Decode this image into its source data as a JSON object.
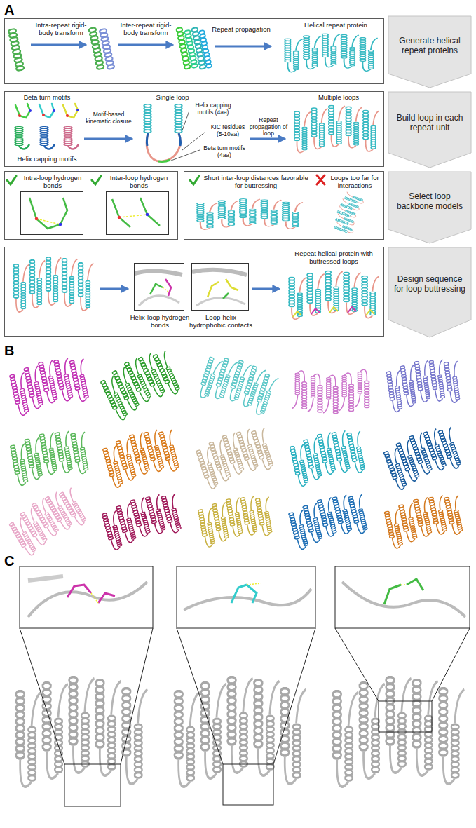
{
  "diagram": {
    "nodes": [
      {
        "text": [
          "Intra-repeat rigid-body transform",
          "Inter-repeat rigid-body transform",
          "Repeat propagation",
          "Helical repeat protein"
        ]
      },
      {
        "text": [
          "Generate helical repeat proteins"
        ]
      },
      {
        "text": [
          "Beta turn motifs",
          "Helix capping motifs",
          "Motif-based kinematic closure",
          "Single loop",
          "Helix capping motifs (4aa)",
          "KIC residues (5-10aa)",
          "Beta turn motifs (4aa)",
          "Repeat propagation of loop",
          "Multiple loops"
        ]
      },
      {
        "text": [
          "Build loop in each repeat unit"
        ]
      },
      {
        "text": []
      },
      {
        "text": [
          "Intra-loop hydrogen bonds"
        ],
        "in": 4
      },
      {
        "text": [
          "Inter-loop hydrogen bonds"
        ],
        "in": 4
      },
      {
        "text": [
          "Short inter-loop distances favorable for buttressing",
          "Loops too far for interactions"
        ]
      },
      {
        "text": [
          "Select loop backbone models"
        ]
      },
      {
        "text": [
          "Repeat helical protein with buttressed loops"
        ]
      },
      {
        "text": [
          "Helix-loop hydrogen bonds"
        ],
        "in": 9
      },
      {
        "text": [
          "Loop-helix hydrophobic contacts"
        ],
        "in": 9
      },
      {
        "text": [
          "Design sequence for loop buttressing"
        ]
      }
    ],
    "labels": [
      "A",
      "B",
      "C"
    ]
  }
}
